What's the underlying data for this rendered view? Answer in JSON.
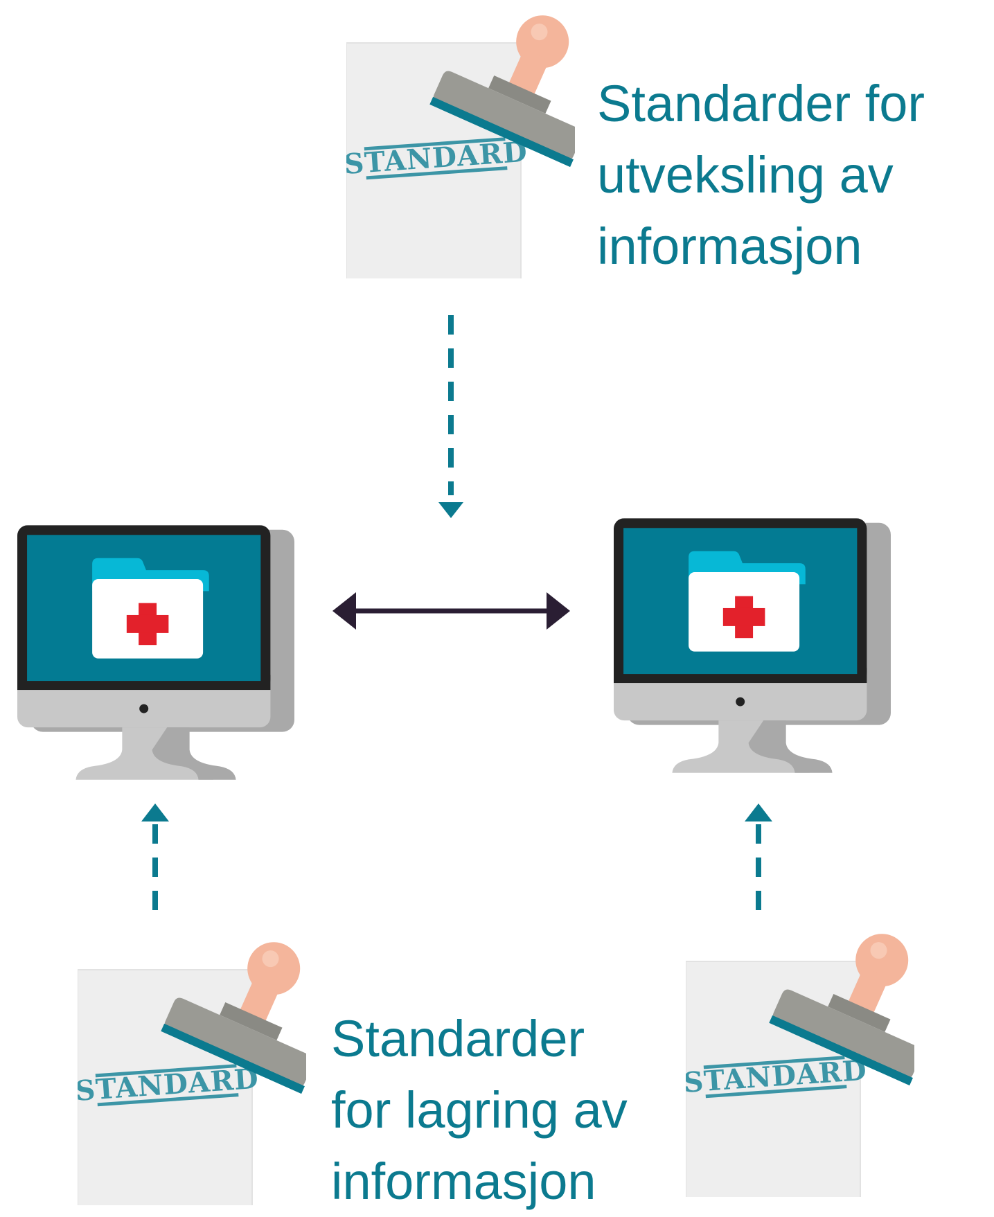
{
  "colors": {
    "teal": "#0b7a8f",
    "screen": "#037b93",
    "folder_tab": "#07b8d6",
    "cross": "#e3212b",
    "paper": "#eeeeee",
    "stamp_handle": "#f4b59b",
    "stamp_body": "#9a9a94",
    "arrow_dark": "#2a1e33",
    "monitor_frame": "#222222",
    "monitor_body": "#c8c8c8",
    "monitor_shadow": "#a9a9a9"
  },
  "labels": {
    "top": "Standarder for\nutveksling av\ninformasjon",
    "bottom": "Standarder\nfor lagring av\ninformasjon"
  },
  "stamp_text": "STANDARD",
  "icons": {
    "document": "standard-document-icon",
    "stamp": "rubber-stamp-icon",
    "monitor": "computer-monitor-icon",
    "folder": "medical-folder-icon"
  }
}
